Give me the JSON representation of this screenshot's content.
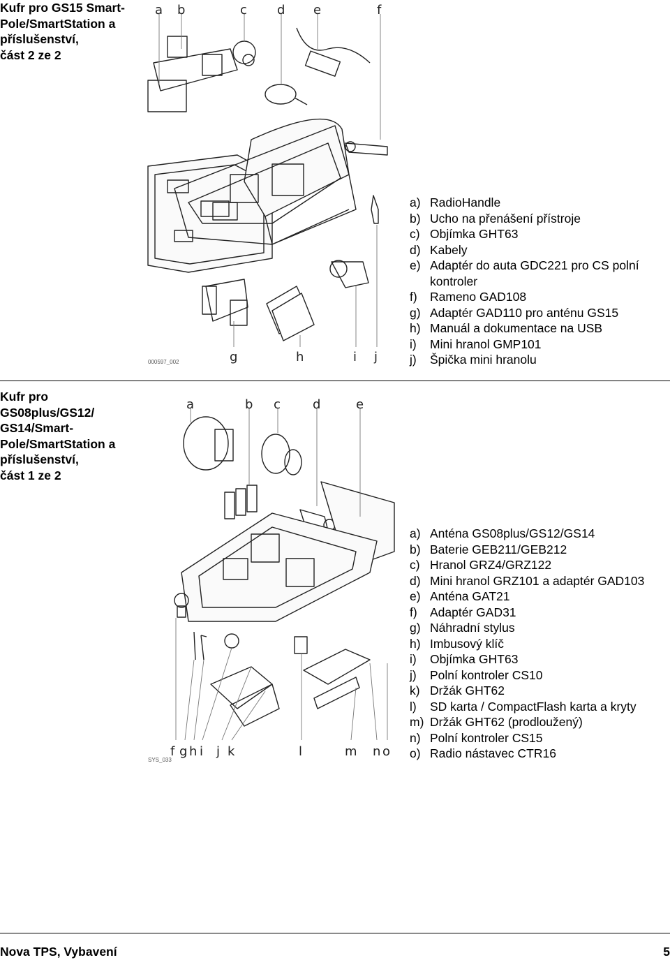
{
  "section1": {
    "title": "Kufr pro GS15 Smart-\nPole/SmartStation a\npříslušenství,\nčást 2 ze 2",
    "figure": {
      "code": "000597_002",
      "top_labels": [
        "a",
        "b",
        "c",
        "d",
        "e",
        "f"
      ],
      "bottom_labels": [
        "g",
        "h",
        "i",
        "j"
      ]
    },
    "items": [
      {
        "key": "a)",
        "text": "RadioHandle"
      },
      {
        "key": "b)",
        "text": "Ucho na přenášení přístroje"
      },
      {
        "key": "c)",
        "text": "Objímka GHT63"
      },
      {
        "key": "d)",
        "text": "Kabely"
      },
      {
        "key": "e)",
        "text": "Adaptér do auta GDC221 pro CS polní\nkontroler"
      },
      {
        "key": "f)",
        "text": "Rameno GAD108"
      },
      {
        "key": "g)",
        "text": "Adaptér GAD110 pro anténu GS15"
      },
      {
        "key": "h)",
        "text": "Manuál a dokumentace na USB"
      },
      {
        "key": "i)",
        "text": "Mini hranol GMP101"
      },
      {
        "key": "j)",
        "text": "Špička mini hranolu"
      }
    ]
  },
  "section2": {
    "title": "Kufr pro\nGS08plus/GS12/\nGS14/Smart-\nPole/SmartStation a\npříslušenství,\nčást 1 ze 2",
    "figure": {
      "code": "SYS_033",
      "top_labels": [
        "a",
        "b",
        "c",
        "d",
        "e"
      ],
      "bottom_labels": [
        "f",
        "g",
        "h",
        "i",
        "j",
        "k",
        "l",
        "m",
        "n",
        "o"
      ]
    },
    "items": [
      {
        "key": "a)",
        "text": "Anténa GS08plus/GS12/GS14"
      },
      {
        "key": "b)",
        "text": "Baterie GEB211/GEB212"
      },
      {
        "key": "c)",
        "text": "Hranol GRZ4/GRZ122"
      },
      {
        "key": "d)",
        "text": "Mini hranol GRZ101 a adaptér GAD103"
      },
      {
        "key": "e)",
        "text": "Anténa GAT21"
      },
      {
        "key": "f)",
        "text": "Adaptér GAD31"
      },
      {
        "key": "g)",
        "text": "Náhradní stylus"
      },
      {
        "key": "h)",
        "text": "Imbusový klíč"
      },
      {
        "key": "i)",
        "text": "Objímka GHT63"
      },
      {
        "key": "j)",
        "text": "Polní kontroler CS10"
      },
      {
        "key": "k)",
        "text": "Držák GHT62"
      },
      {
        "key": "l)",
        "text": "SD karta / CompactFlash karta a kryty"
      },
      {
        "key": "m)",
        "text": "Držák GHT62 (prodloužený)"
      },
      {
        "key": "n)",
        "text": "Polní kontroler CS15"
      },
      {
        "key": "o)",
        "text": "Radio nástavec CTR16"
      }
    ]
  },
  "footer": {
    "left": "Nova TPS, Vybavení",
    "page": "5"
  }
}
